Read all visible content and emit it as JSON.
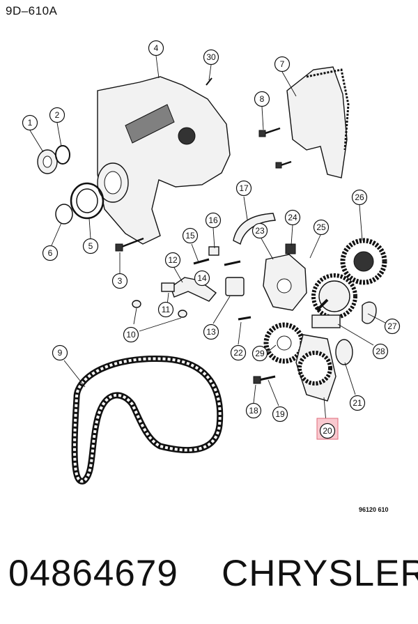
{
  "header": {
    "figure_code": "9D–610A"
  },
  "callouts": [
    {
      "id": "1"
    },
    {
      "id": "2"
    },
    {
      "id": "3"
    },
    {
      "id": "4"
    },
    {
      "id": "5"
    },
    {
      "id": "6"
    },
    {
      "id": "7"
    },
    {
      "id": "8"
    },
    {
      "id": "9"
    },
    {
      "id": "10"
    },
    {
      "id": "11"
    },
    {
      "id": "12"
    },
    {
      "id": "13"
    },
    {
      "id": "14"
    },
    {
      "id": "15"
    },
    {
      "id": "16"
    },
    {
      "id": "17"
    },
    {
      "id": "18"
    },
    {
      "id": "19"
    },
    {
      "id": "20",
      "highlighted": true
    },
    {
      "id": "21"
    },
    {
      "id": "22"
    },
    {
      "id": "23"
    },
    {
      "id": "24"
    },
    {
      "id": "25"
    },
    {
      "id": "26"
    },
    {
      "id": "27"
    },
    {
      "id": "28"
    },
    {
      "id": "29"
    },
    {
      "id": "30"
    }
  ],
  "footer": {
    "reference_code": "96120 610",
    "part_number": "04864679",
    "brand": "CHRYSLER"
  },
  "colors": {
    "highlight_fill": "#f9c9cf",
    "highlight_stroke": "#e06a78"
  }
}
